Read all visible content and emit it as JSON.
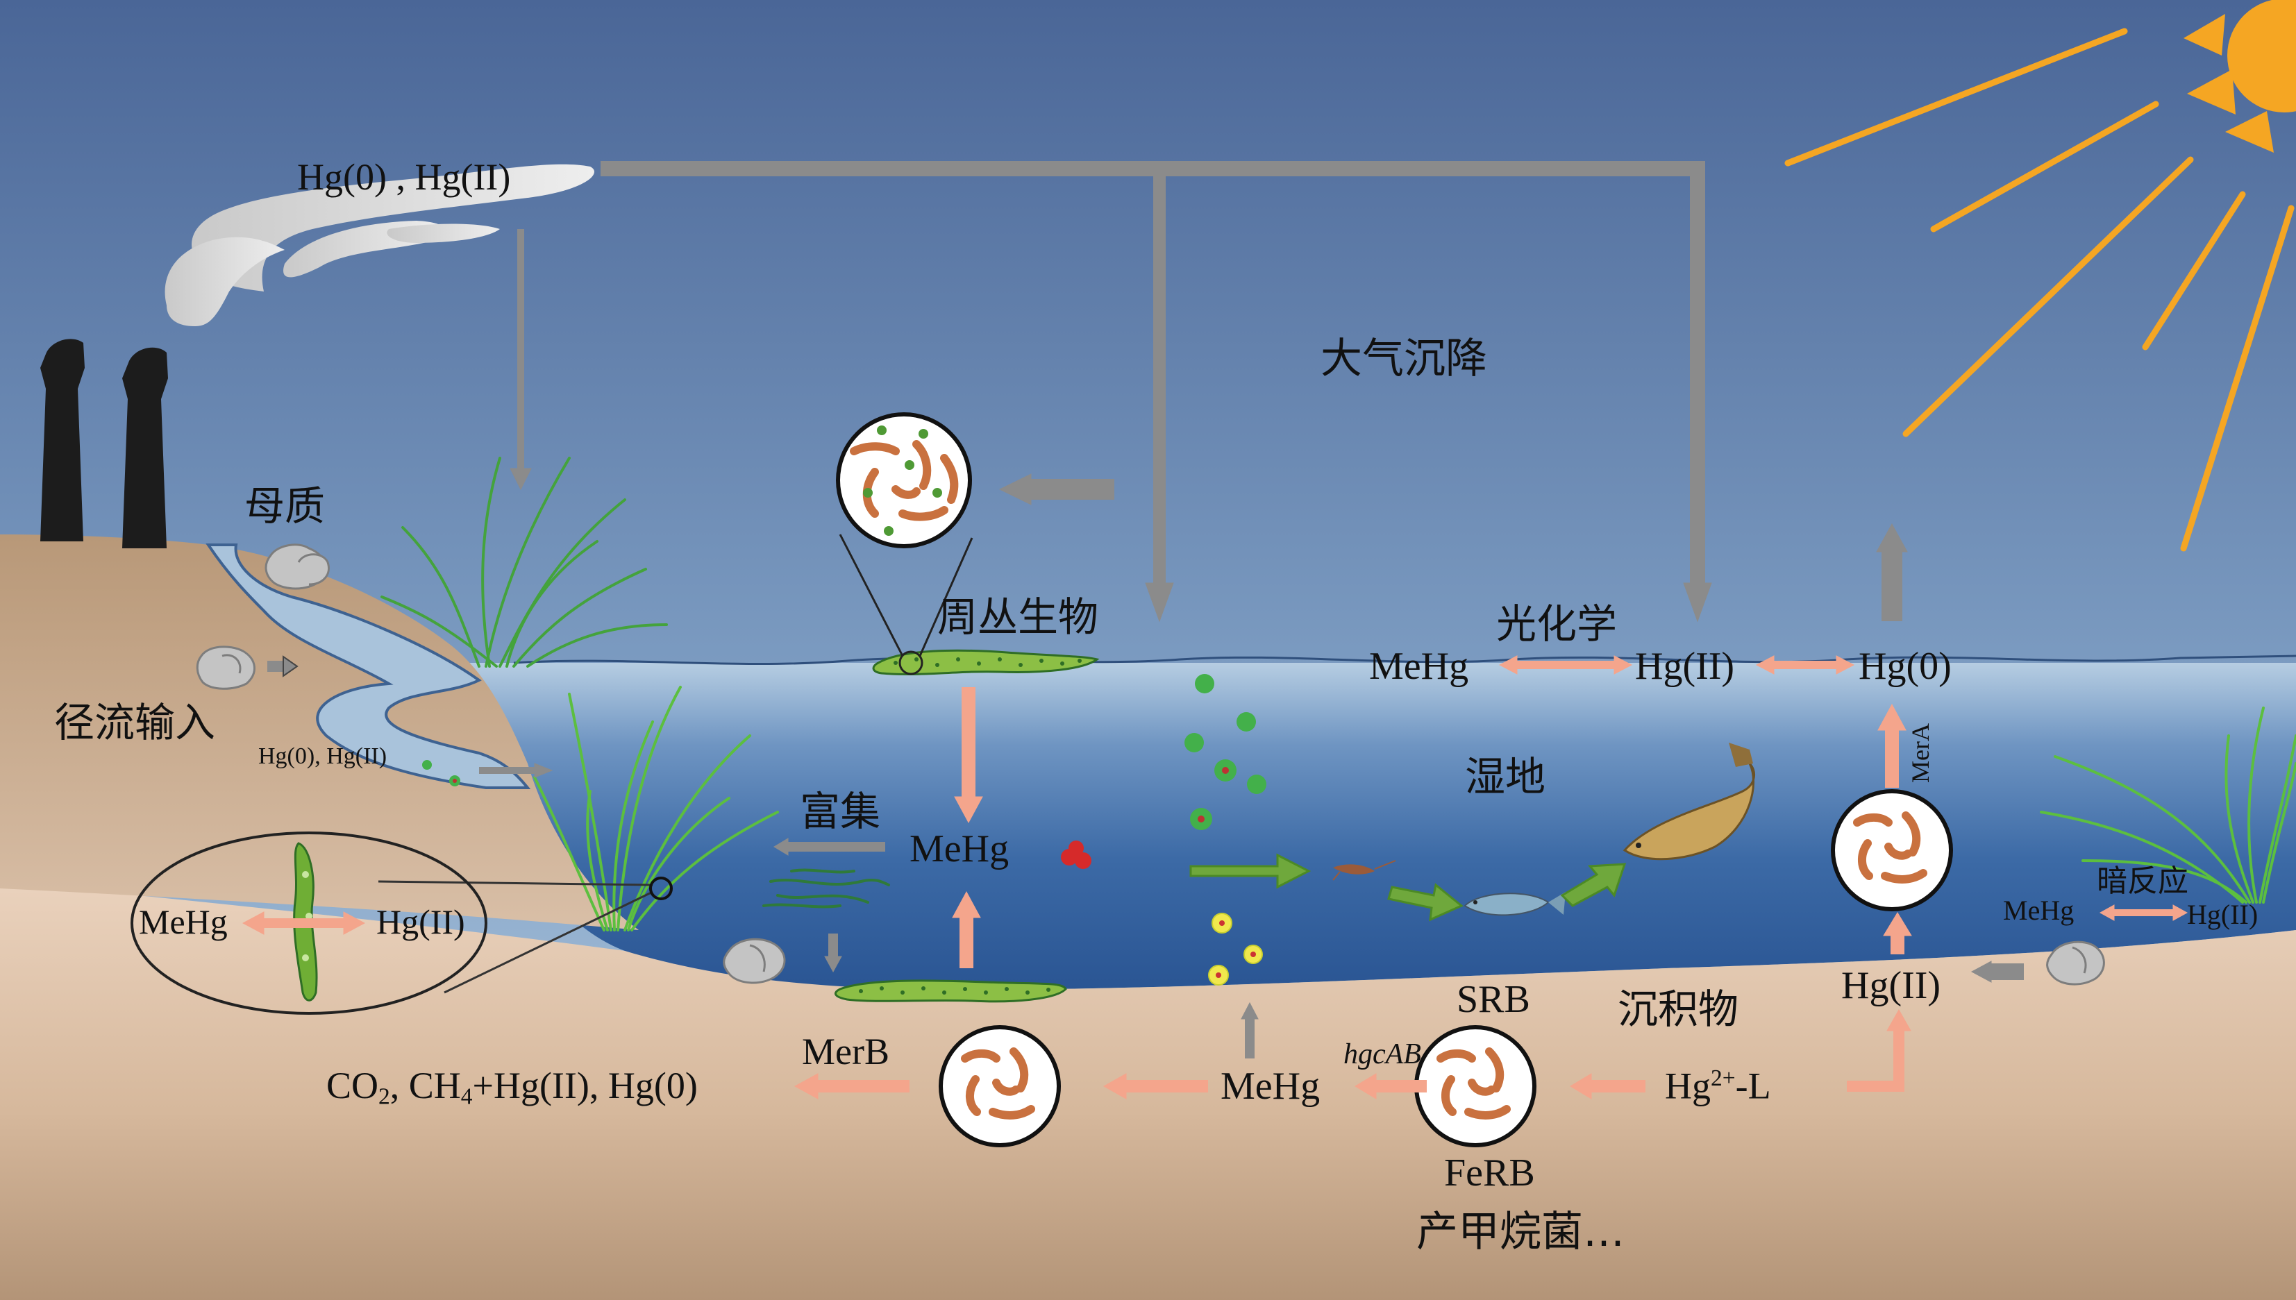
{
  "labels": {
    "emission": "Hg(0) , Hg(II)",
    "atm_deposition": "大气沉降",
    "parent_material": "母质",
    "runoff_input": "径流输入",
    "runoff_hg": "Hg(0), Hg(II)",
    "periphyton": "周丛生物",
    "photochemistry": "光化学",
    "water_mehg": "MeHg",
    "water_hg2": "Hg(II)",
    "water_hg0": "Hg(0)",
    "mera": "MerA",
    "wetland": "湿地",
    "enrichment": "富集",
    "peri_mehg": "MeHg",
    "inset_mehg": "MeHg",
    "inset_hg2": "Hg(II)",
    "dark_reaction": "暗反应",
    "dark_mehg": "MeHg",
    "dark_hg2": "Hg(II)",
    "sed_hg2": "Hg(II)",
    "sediment": "沉积物",
    "srb": "SRB",
    "ferb": "FeRB",
    "methanogens": "产甲烷菌…",
    "hgcab": "hgcAB",
    "sed_mehg": "MeHg",
    "merb": "MerB",
    "products_a": "CO",
    "products_b": "2",
    "products_c": ", CH",
    "products_d": "4",
    "products_e": "+Hg(II), Hg(0)",
    "ligand_a": "Hg",
    "ligand_b": "2+",
    "ligand_c": "-L"
  },
  "colors": {
    "sky_top": "#4d6b9a",
    "sky_bottom": "#b4cde0",
    "water": "#2f5b99",
    "soil": "#c2a484",
    "sediment": "#e4cbb4",
    "grey_arrow": "#8b8b8b",
    "salmon_arrow": "#f4a58c",
    "green_arrow": "#6fa83c",
    "sun": "#f5a623",
    "chimney": "#1c1c1c"
  }
}
